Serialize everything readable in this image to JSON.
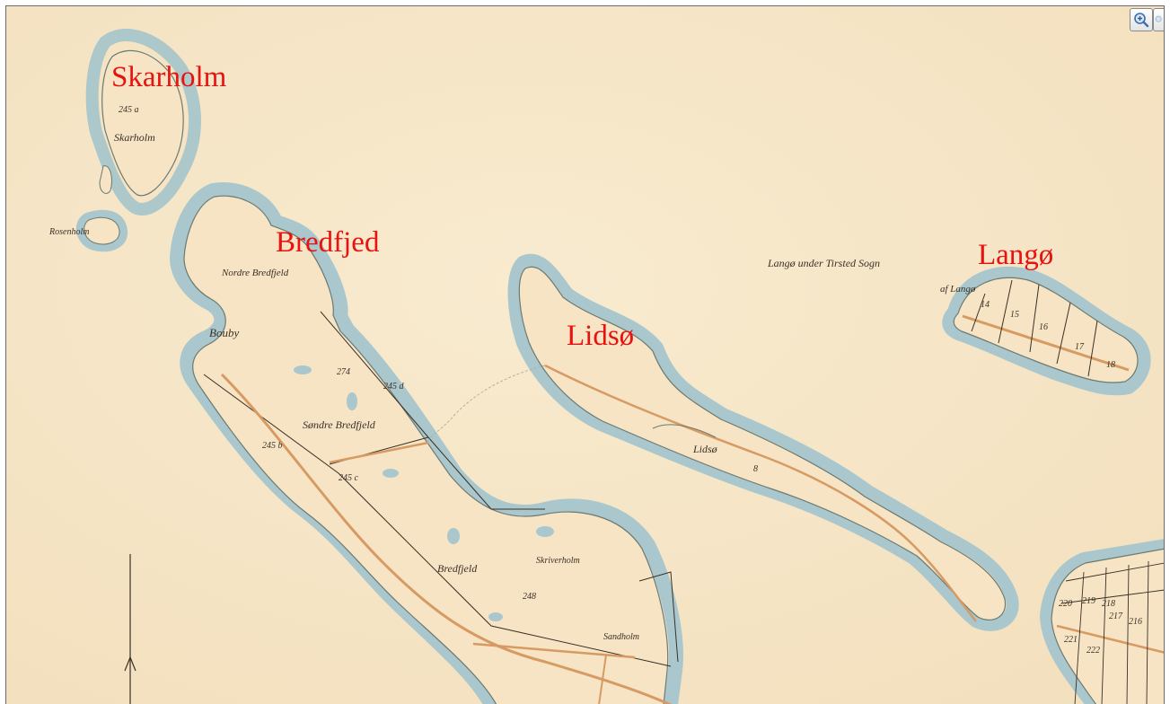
{
  "map": {
    "place_labels": [
      {
        "id": "skarholm",
        "text": "Skarholm"
      },
      {
        "id": "bredfjed",
        "text": "Bredfjed"
      },
      {
        "id": "lidso",
        "text": "Lidsø"
      },
      {
        "id": "lango",
        "text": "Langø"
      }
    ],
    "handwritten_labels": [
      "Skarholm",
      "Nordre Bredfjeld",
      "Søndre Bredfjeld",
      "Bredfjeld",
      "Skriverholm",
      "Sandholm",
      "Lidsø",
      "Langø under Tirsted Sogn",
      "af Langø",
      "Bouby",
      "Rosenholm"
    ],
    "parcel_numbers": [
      "245 a",
      "274",
      "245 b",
      "245 d",
      "245 c",
      "248",
      "8",
      "14",
      "15",
      "16",
      "17",
      "18",
      "219",
      "220",
      "221",
      "222",
      "216",
      "217",
      "218"
    ],
    "colors": {
      "paper": "#f7e7c9",
      "water_shade": "#a9c7cc",
      "land": "#f6e4c4",
      "road": "#d79a63",
      "ink": "#3a3026",
      "label": "#e8120f"
    }
  },
  "controls": {
    "zoom_in": {
      "icon": "zoom-in-icon"
    },
    "zoom_out": {
      "icon": "zoom-out-icon"
    }
  }
}
